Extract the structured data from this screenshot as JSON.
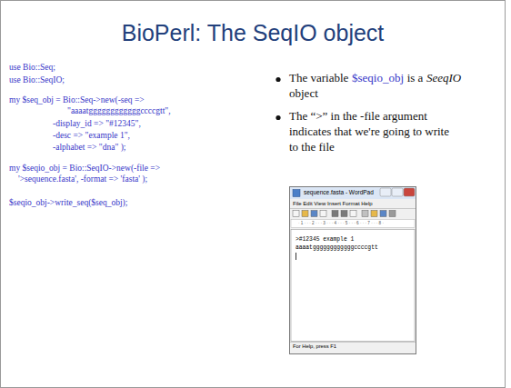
{
  "diagram": {
    "title": "BioPerl: The SeqIO object",
    "nodes": [
      {
        "text": [
          "sequence.fasta - WordPad",
          "File Edit View Insert Format Help",
          "· 1 · · · 2 · · · 3 · · · 4 · · · 5 · · · 6 · · · 7 · · · 8 ·",
          ">#12345 example 1",
          "aaaatggggggggggggccccgtt",
          "For Help, press F1"
        ]
      }
    ],
    "labels": [
      "use Bio::Seq;",
      "use Bio::SeqIO;",
      "my $seq_obj = Bio::Seq->new(-seq =>",
      "\"aaaatggggggggggggccccgtt\",",
      "-display_id => \"#12345\",",
      "-desc => \"example 1\",",
      "-alphabet => \"dna\" );",
      "my $seqio_obj = Bio::SeqIO->new(-file =>",
      "'>sequence.fasta', -format => 'fasta' );",
      "$seqio_obj->write_seq($seq_obj);",
      "The variable",
      "$seqio_obj",
      "is a",
      "SeeqIO",
      "object",
      "The “>” in the -file argument indicates that we're going to write to the file"
    ]
  }
}
